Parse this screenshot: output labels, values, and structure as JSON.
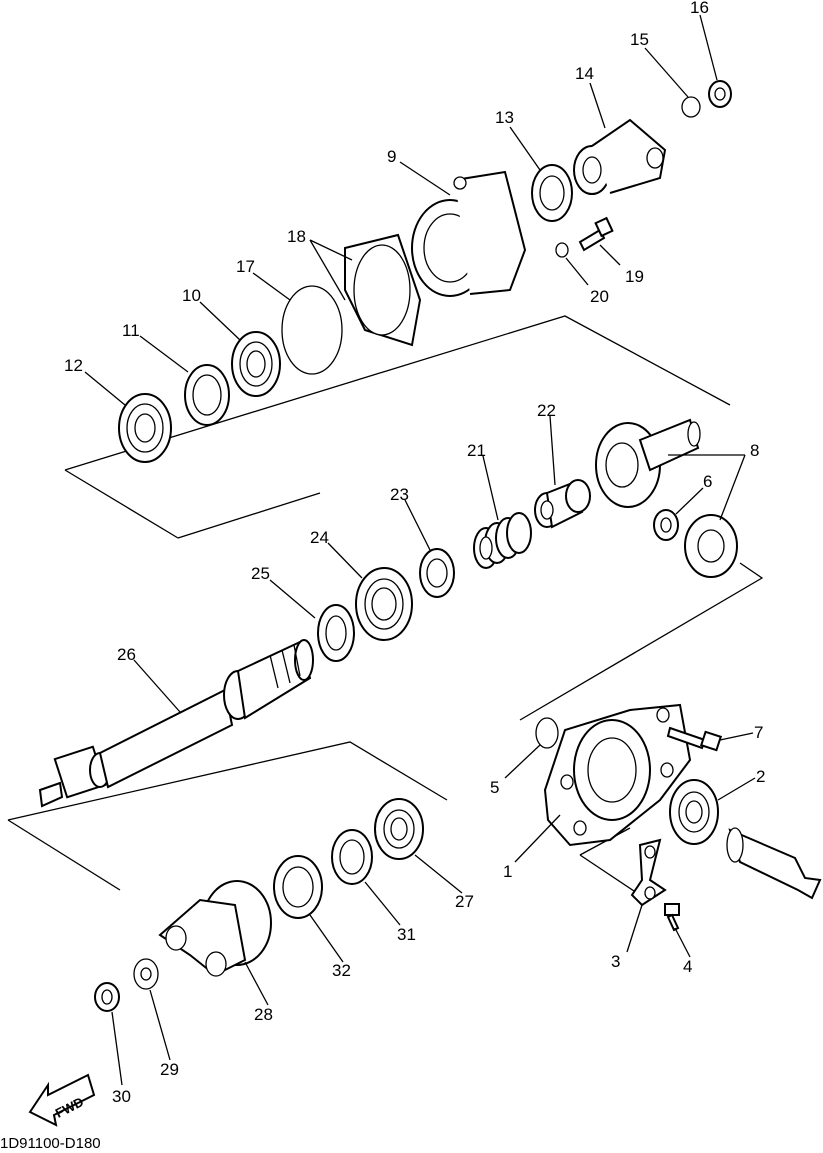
{
  "diagram": {
    "labels": {
      "p1": "1",
      "p2": "2",
      "p3": "3",
      "p4": "4",
      "p5": "5",
      "p6": "6",
      "p7": "7",
      "p8": "8",
      "p9": "9",
      "p10": "10",
      "p11": "11",
      "p12": "12",
      "p13": "13",
      "p14": "14",
      "p15": "15",
      "p16": "16",
      "p17": "17",
      "p18": "18",
      "p19": "19",
      "p20": "20",
      "p21": "21",
      "p22": "22",
      "p23": "23",
      "p24": "24",
      "p25": "25",
      "p26": "26",
      "p27": "27",
      "p28": "28",
      "p29": "29",
      "p30": "30",
      "p31": "31",
      "p32": "32"
    },
    "fwd_arrow": "FWD",
    "drawing_code": "1D91100-D180"
  }
}
